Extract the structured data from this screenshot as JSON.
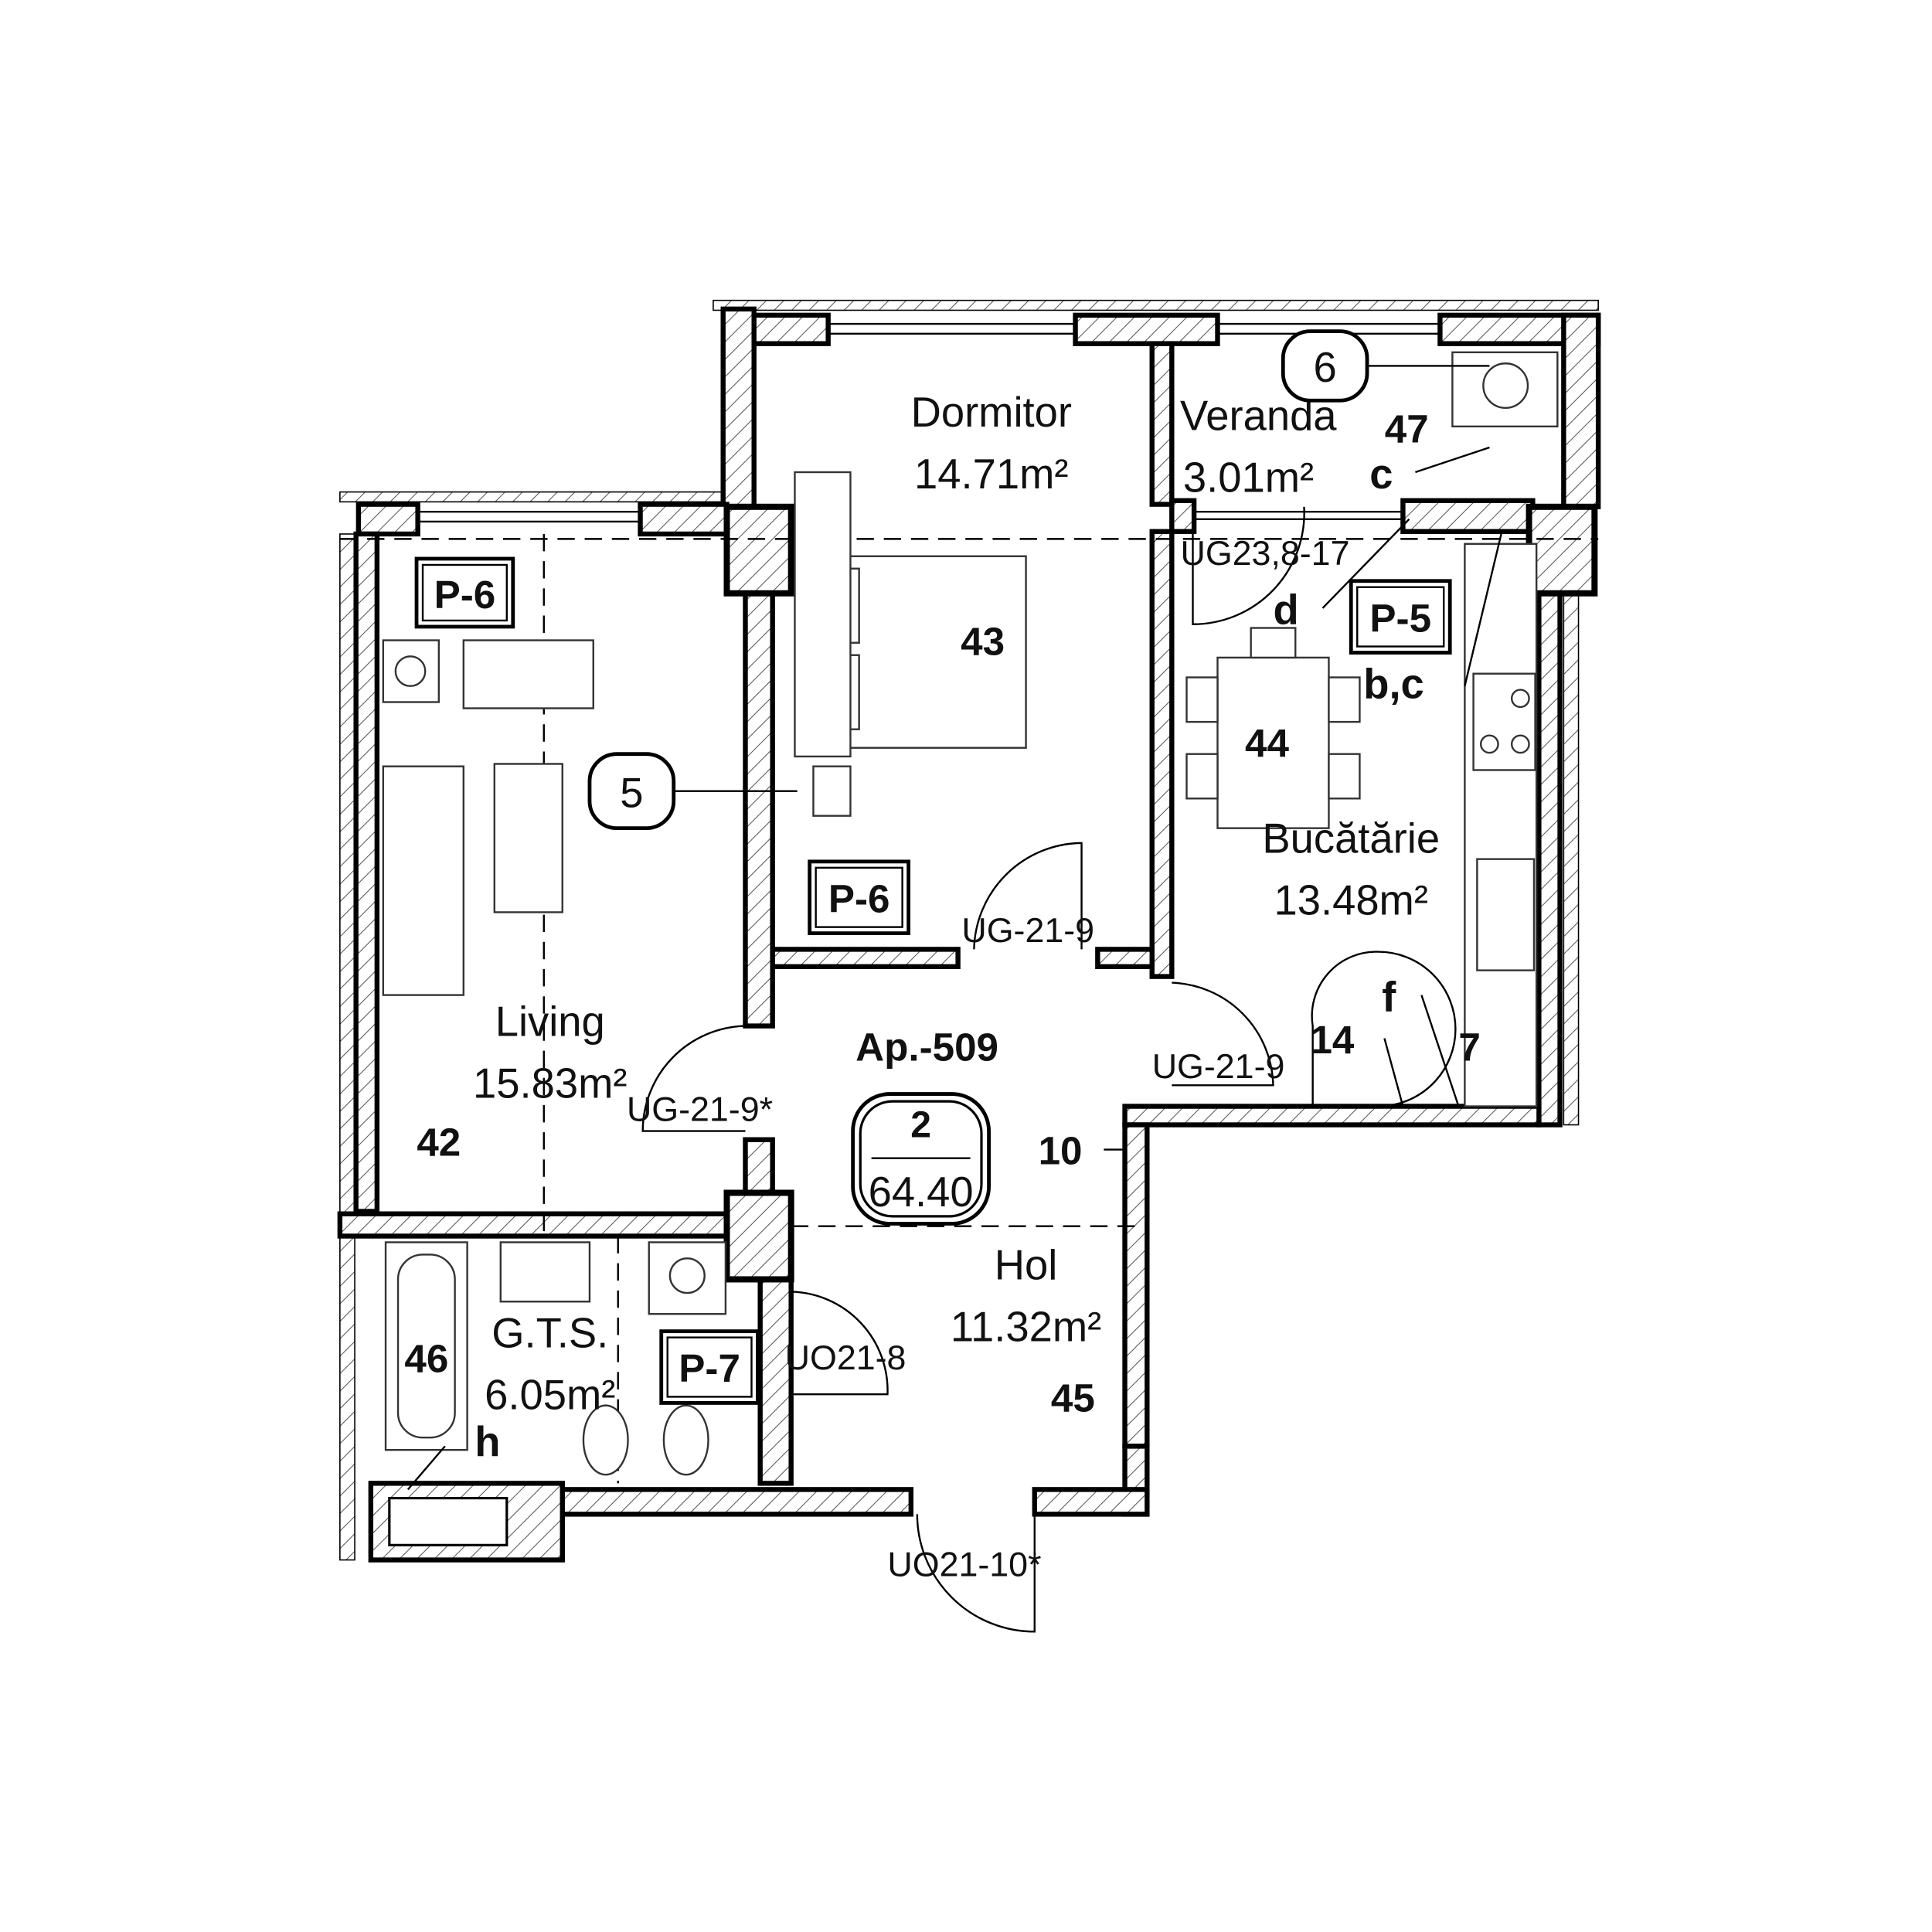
{
  "apartment": {
    "label": "Ap.-509",
    "rooms_count": "2",
    "total_area": "64.40"
  },
  "rooms": [
    {
      "name": "Dormitor",
      "area": "14.71m²",
      "number": "43"
    },
    {
      "name": "Veranda",
      "area": "3.01m²",
      "number": "47"
    },
    {
      "name": "Living",
      "area": "15.83m²",
      "number": "42"
    },
    {
      "name": "Bucătărie",
      "area": "13.48m²",
      "number": "44"
    },
    {
      "name": "Hol",
      "area": "11.32m²",
      "number": "45"
    },
    {
      "name": "G.T.S.",
      "area": "6.05m²",
      "number": "46"
    }
  ],
  "finish_tags": [
    "P-6",
    "P-6",
    "P-5",
    "P-7"
  ],
  "callouts": [
    "5",
    "6"
  ],
  "door_labels": [
    "UG23,8-17",
    "UG-21-9",
    "UG-21-9*",
    "UG-21-9",
    "UO21-8",
    "UO21-10*"
  ],
  "markers": [
    "c",
    "d",
    "b,c",
    "f",
    "h",
    "14",
    "7",
    "10"
  ]
}
